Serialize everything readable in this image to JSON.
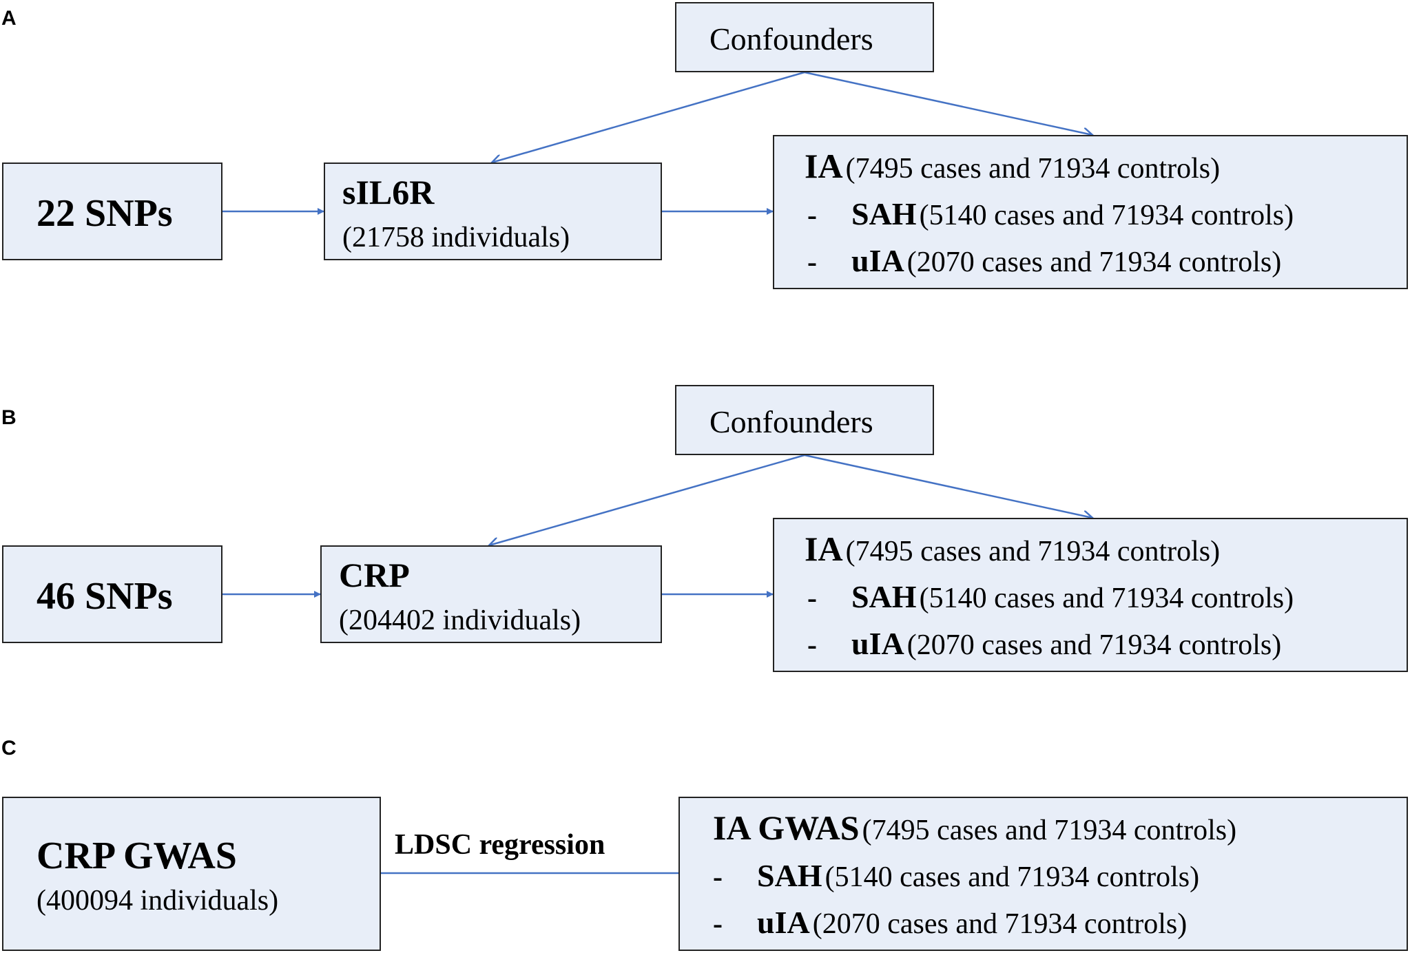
{
  "panels": {
    "a": {
      "label": "A",
      "confounders": "Confounders",
      "snps": "22 SNPs",
      "exposure": {
        "name": "sIL6R",
        "n": "(21758 individuals)"
      },
      "outcome": {
        "main": {
          "name": "IA",
          "detail": "(7495 cases and 71934 controls)"
        },
        "subs": [
          {
            "dash": "-",
            "name": "SAH",
            "detail": "(5140 cases and 71934 controls)"
          },
          {
            "dash": "-",
            "name": "uIA",
            "detail": "(2070 cases and 71934 controls)"
          }
        ]
      }
    },
    "b": {
      "label": "B",
      "confounders": "Confounders",
      "snps": "46 SNPs",
      "exposure": {
        "name": "CRP",
        "n": "(204402 individuals)"
      },
      "outcome": {
        "main": {
          "name": "IA",
          "detail": "(7495 cases and 71934 controls)"
        },
        "subs": [
          {
            "dash": "-",
            "name": "SAH",
            "detail": "(5140 cases and 71934 controls)"
          },
          {
            "dash": "-",
            "name": "uIA",
            "detail": "(2070 cases and 71934 controls)"
          }
        ]
      }
    },
    "c": {
      "label": "C",
      "left": {
        "name": "CRP GWAS",
        "n": "(400094 individuals)"
      },
      "link_label": "LDSC regression",
      "right": {
        "main": {
          "name": "IA GWAS",
          "detail": "(7495 cases and 71934 controls)"
        },
        "subs": [
          {
            "dash": "-",
            "name": "SAH",
            "detail": "(5140 cases and 71934 controls)"
          },
          {
            "dash": "-",
            "name": "uIA",
            "detail": "(2070 cases and 71934 controls)"
          }
        ]
      }
    }
  },
  "colors": {
    "arrow": "#4472c4",
    "box_fill": "#e8eef8",
    "box_border": "#222222"
  }
}
